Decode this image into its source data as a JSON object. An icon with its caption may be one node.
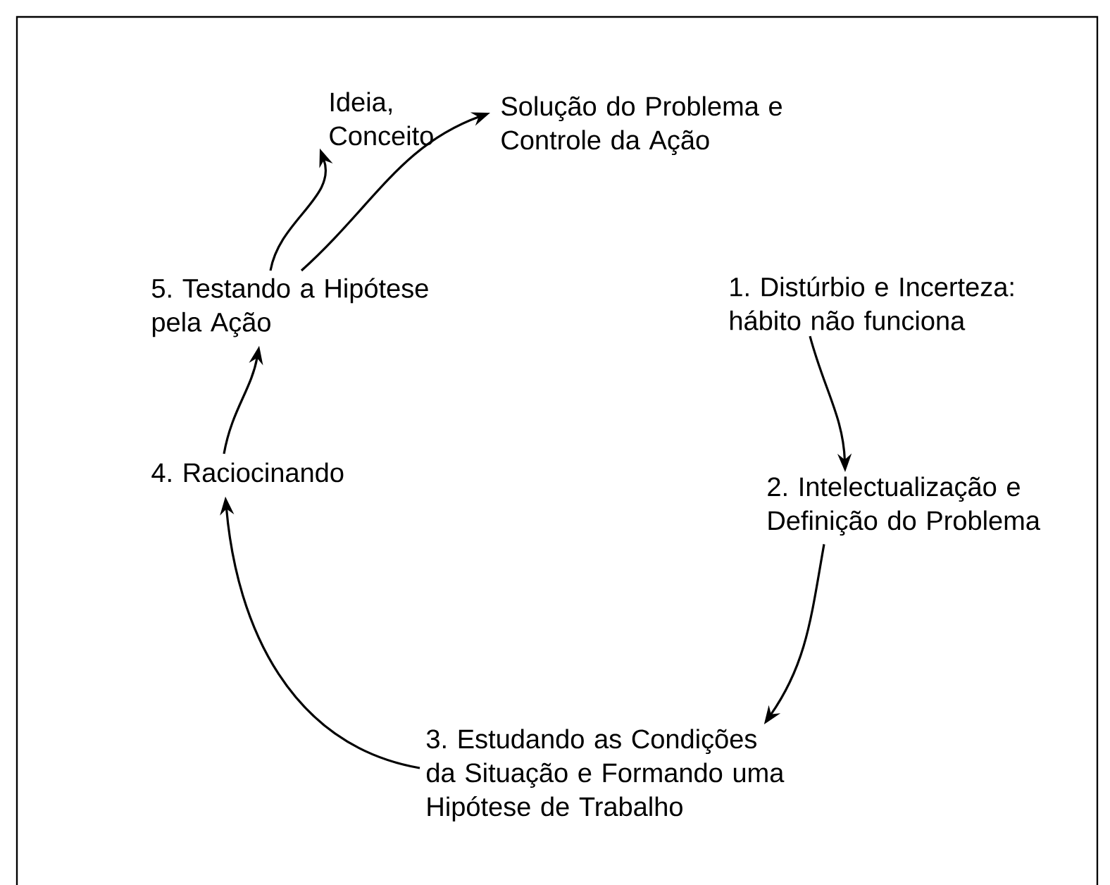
{
  "diagram": {
    "nodes": [
      {
        "text": [
          "Ideia, Conceito"
        ]
      },
      {
        "text": [
          "Solução do Problema e Controle da Ação"
        ]
      },
      {
        "text": [
          "5. Testando a Hipótese pela Ação"
        ]
      },
      {
        "text": [
          "1. Distúrbio e Incerteza: hábito não funciona"
        ]
      },
      {
        "text": [
          "2. Intelectualização e Definição do Problema"
        ]
      },
      {
        "text": [
          "3. Estudando as Condições da Situação e Formando uma Hipótese de Trabalho"
        ]
      },
      {
        "text": [
          "4. Raciocinando"
        ]
      }
    ],
    "edges": [
      {
        "from": 3,
        "to": 4,
        "arrow": "to"
      },
      {
        "from": 4,
        "to": 5,
        "arrow": "to"
      },
      {
        "from": 5,
        "to": 6,
        "arrow": "to"
      },
      {
        "from": 6,
        "to": 2,
        "arrow": "to"
      },
      {
        "from": 2,
        "to": 0,
        "arrow": "to"
      },
      {
        "from": 2,
        "to": 1,
        "arrow": "to"
      }
    ]
  }
}
